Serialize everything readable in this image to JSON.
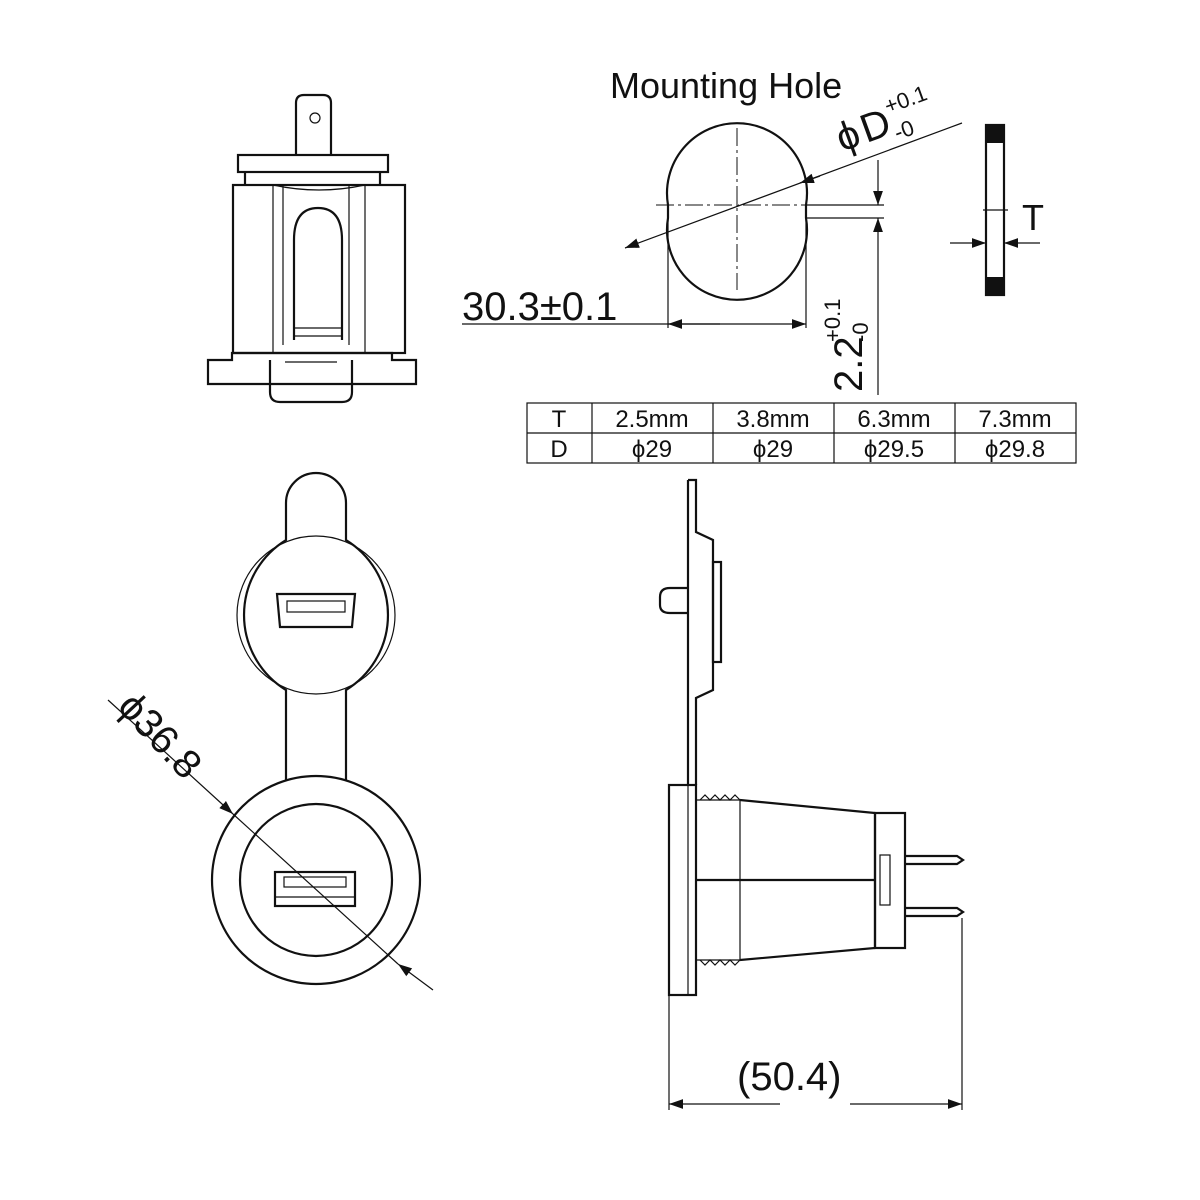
{
  "mounting_hole": {
    "title": "Mounting Hole",
    "phi_d_symbol": "ϕ",
    "phi_d_letter": "D",
    "phi_d_tol_upper": "+0.1",
    "phi_d_tol_lower": "-0",
    "flat_width": "30.3±0.1",
    "flat_depth": "2.2",
    "flat_depth_tol_upper": "+0.1",
    "flat_depth_tol_lower": "-0",
    "thickness_label": "T"
  },
  "thickness_table": {
    "headers": [
      "T",
      "2.5mm",
      "3.8mm",
      "6.3mm",
      "7.3mm"
    ],
    "row": [
      "D",
      "ϕ29",
      "ϕ29",
      "ϕ29.5",
      "ϕ29.8"
    ]
  },
  "front_view": {
    "diameter_label": "ϕ36.8"
  },
  "side_view": {
    "length_label": "(50.4)"
  }
}
